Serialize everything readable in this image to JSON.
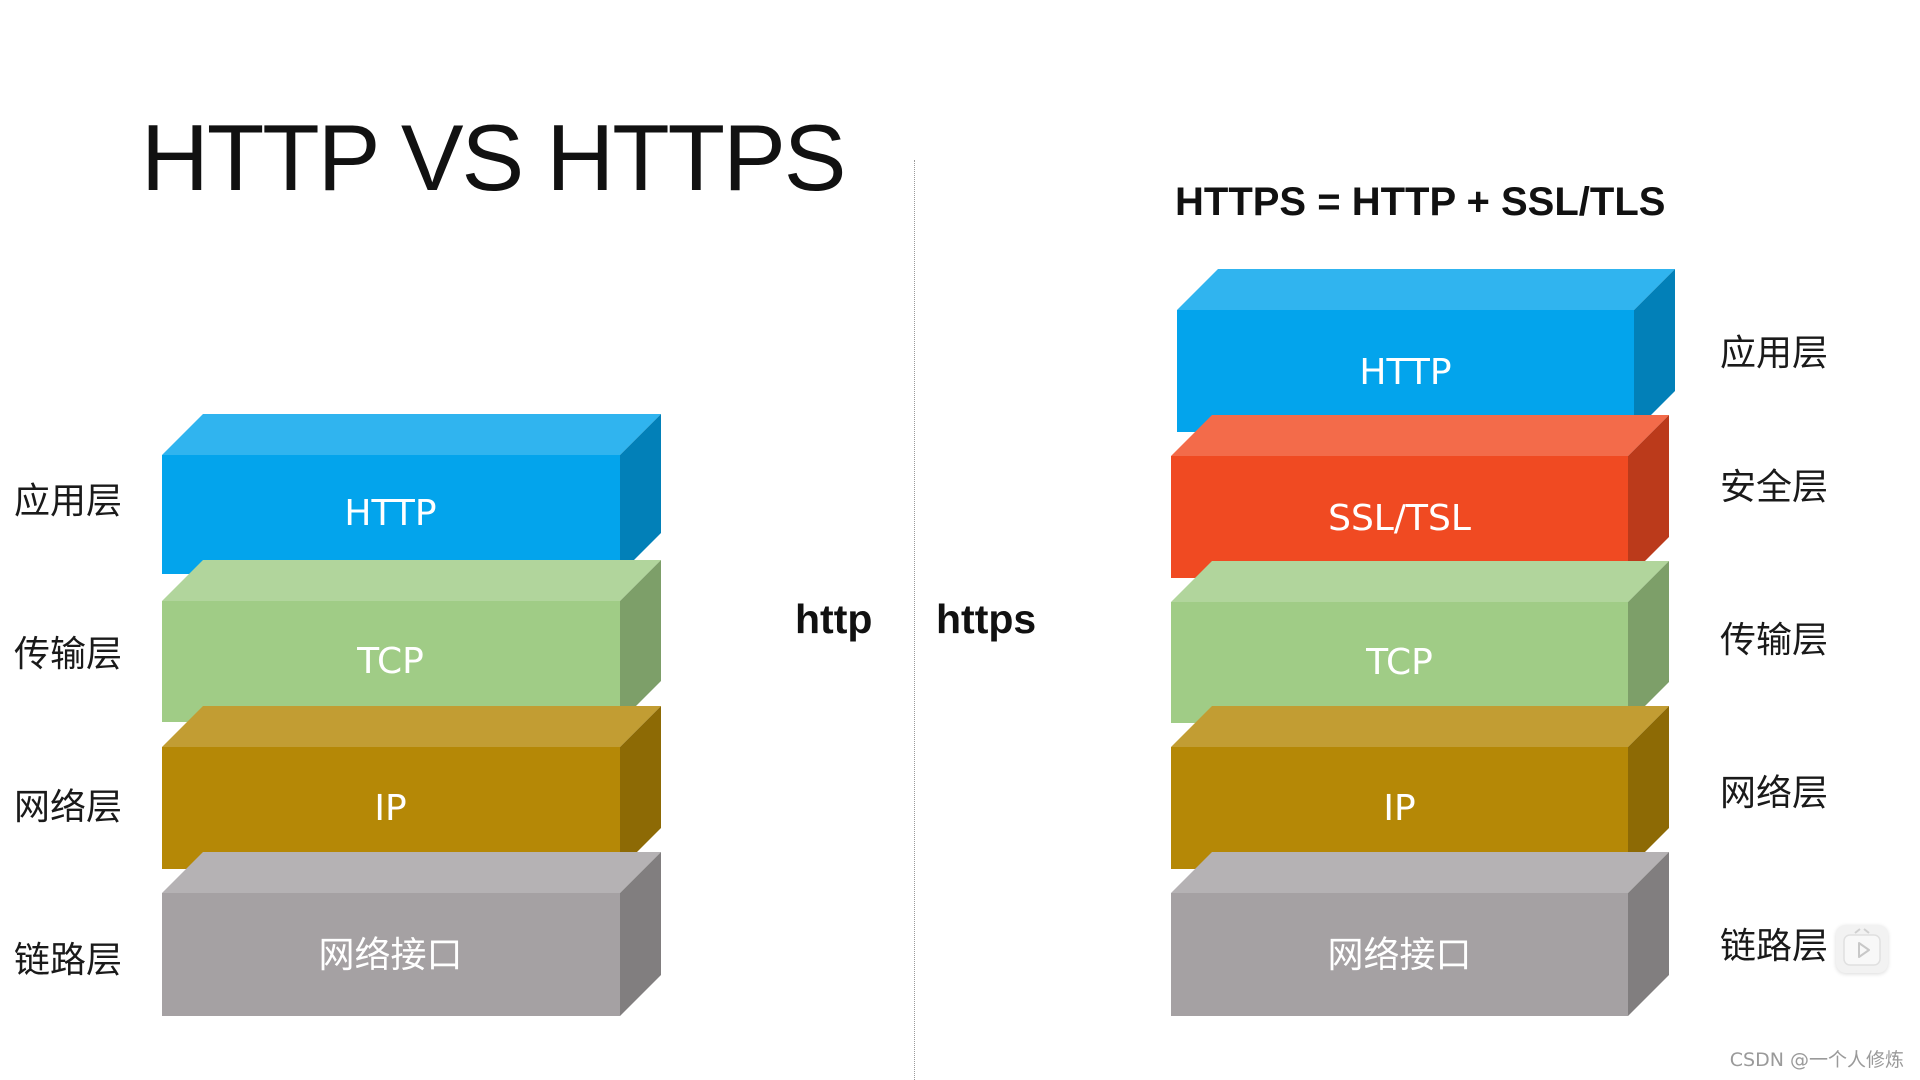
{
  "title": "HTTP VS HTTPS",
  "formula": "HTTPS = HTTP + SSL/TLS",
  "left_stack": {
    "label": "http",
    "layer_names": [
      "应用层",
      "传输层",
      "网络层",
      "链路层"
    ],
    "blocks": [
      "HTTP",
      "TCP",
      "IP",
      "网络接口"
    ]
  },
  "right_stack": {
    "label": "https",
    "layer_names": [
      "应用层",
      "安全层",
      "传输层",
      "网络层",
      "链路层"
    ],
    "blocks": [
      "HTTP",
      "SSL/TSL",
      "TCP",
      "IP",
      "网络接口"
    ]
  },
  "colors": {
    "http": "#03a4ec",
    "ssl": "#f04a22",
    "tcp": "#a0cc86",
    "ip": "#b58806",
    "link": "#a5a1a3"
  },
  "watermark": "CSDN @一个人修炼",
  "icons": {
    "video_badge": "play-icon"
  }
}
